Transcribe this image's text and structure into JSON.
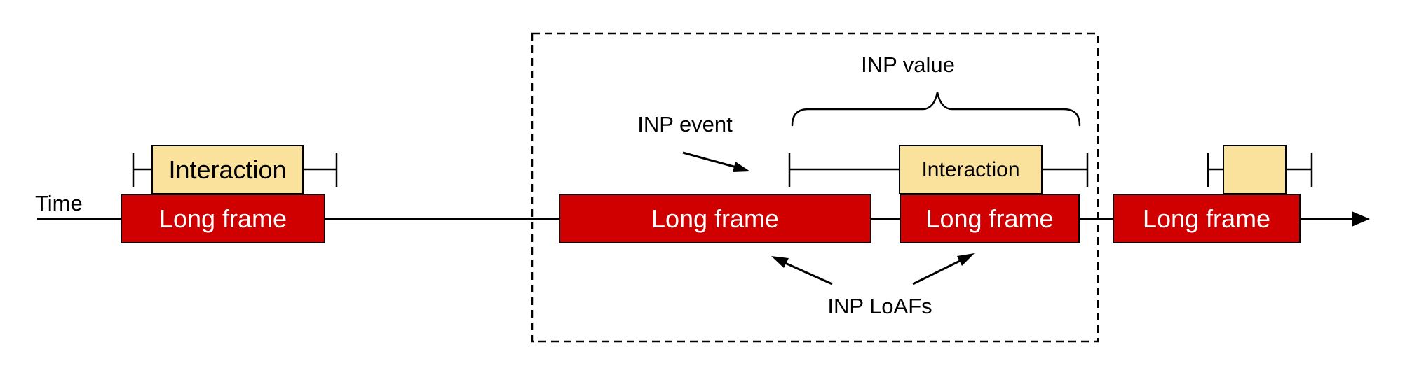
{
  "labels": {
    "time": "Time",
    "inp_value": "INP value",
    "inp_event": "INP event",
    "inp_loafs": "INP LoAFs"
  },
  "long_frames": [
    {
      "label": "Long frame"
    },
    {
      "label": "Long frame"
    },
    {
      "label": "Long frame"
    },
    {
      "label": "Long frame"
    }
  ],
  "interactions": [
    {
      "label": "Interaction"
    },
    {
      "label": "Interaction"
    },
    {
      "label": ""
    }
  ],
  "colors": {
    "long_frame_fill": "#d00000",
    "interaction_fill": "#fae19c",
    "stroke": "#000000",
    "background": "#ffffff",
    "long_frame_text": "#ffffff",
    "interaction_text": "#000000"
  }
}
